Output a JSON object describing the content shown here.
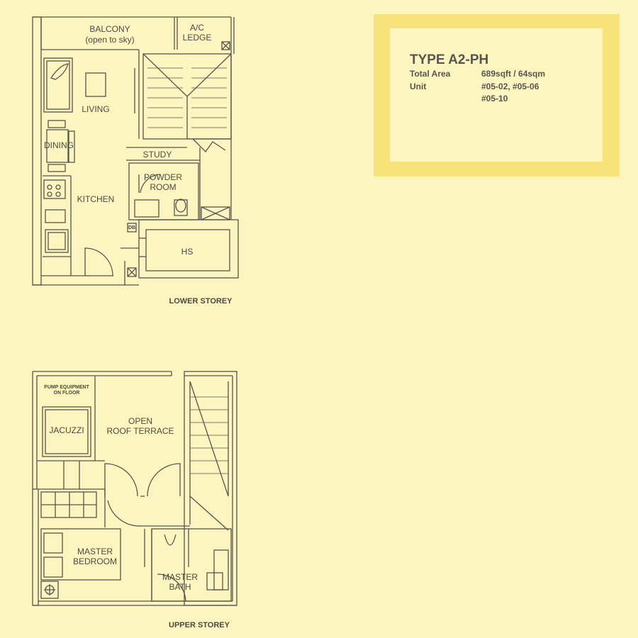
{
  "info": {
    "title": "TYPE A2-PH",
    "rows": [
      {
        "label": "Total Area",
        "value": "689sqft / 64sqm"
      },
      {
        "label": "Unit",
        "value": "#05-02, #05-06"
      },
      {
        "label": "",
        "value": "#05-10"
      }
    ]
  },
  "lower": {
    "caption": "LOWER STOREY",
    "balcony": "BALCONY",
    "balcony_note": "(open to sky)",
    "ac": "A/C",
    "ledge": "LEDGE",
    "living": "LIVING",
    "dining": "DINING",
    "study": "STUDY",
    "powder": "POWDER",
    "powder_room": "ROOM",
    "kitchen": "KITCHEN",
    "hs": "HS",
    "db": "DB"
  },
  "upper": {
    "caption": "UPPER STOREY",
    "pump1": "PUMP EQUIPMENT",
    "pump2": "ON FLOOR",
    "jacuzzi": "JACUZZI",
    "open": "OPEN",
    "roof_terrace": "ROOF TERRACE",
    "master": "MASTER",
    "bedroom": "BEDROOM",
    "bath_master": "MASTER",
    "bath": "BATH"
  },
  "colors": {
    "background": "#fdf5c0",
    "frame": "#f7e37a",
    "line": "#55554c"
  }
}
